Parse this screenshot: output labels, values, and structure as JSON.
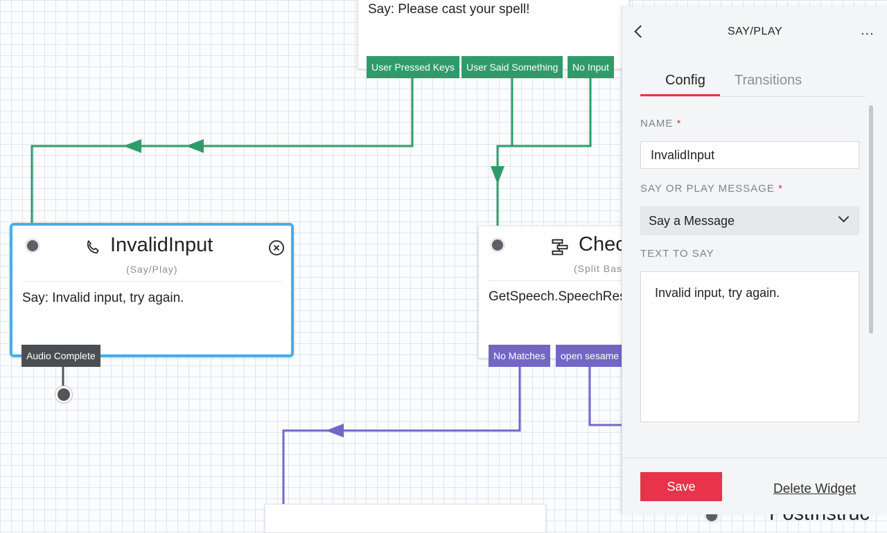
{
  "canvas": {
    "top_node": {
      "text": "Say: Please cast your spell!",
      "transitions": [
        "User Pressed Keys",
        "User Said Something",
        "No Input"
      ]
    },
    "invalid_node": {
      "title": "InvalidInput",
      "subtitle": "(Say/Play)",
      "body": "Say: Invalid input, try again.",
      "transition": "Audio Complete"
    },
    "check_node": {
      "title": "Chec",
      "subtitle": "(Split Bas",
      "body": "GetSpeech.SpeechRes",
      "transitions": [
        "No Matches",
        "open sesame"
      ]
    },
    "bottom_right_node": {
      "title": "PostInstruc"
    }
  },
  "panel": {
    "title": "SAY/PLAY",
    "more": "...",
    "tabs": [
      "Config",
      "Transitions"
    ],
    "name_label": "NAME",
    "name_value": "InvalidInput",
    "message_label": "SAY OR PLAY MESSAGE",
    "message_value": "Say a Message",
    "text_label": "TEXT TO SAY",
    "text_value": "Invalid input, try again.",
    "required_mark": "*",
    "save_label": "Save",
    "delete_label": "Delete Widget"
  },
  "colors": {
    "accent": "#e8334a",
    "selected_border": "#4aace8",
    "green_transition": "#2e9c6a",
    "purple_transition": "#7466c6"
  }
}
